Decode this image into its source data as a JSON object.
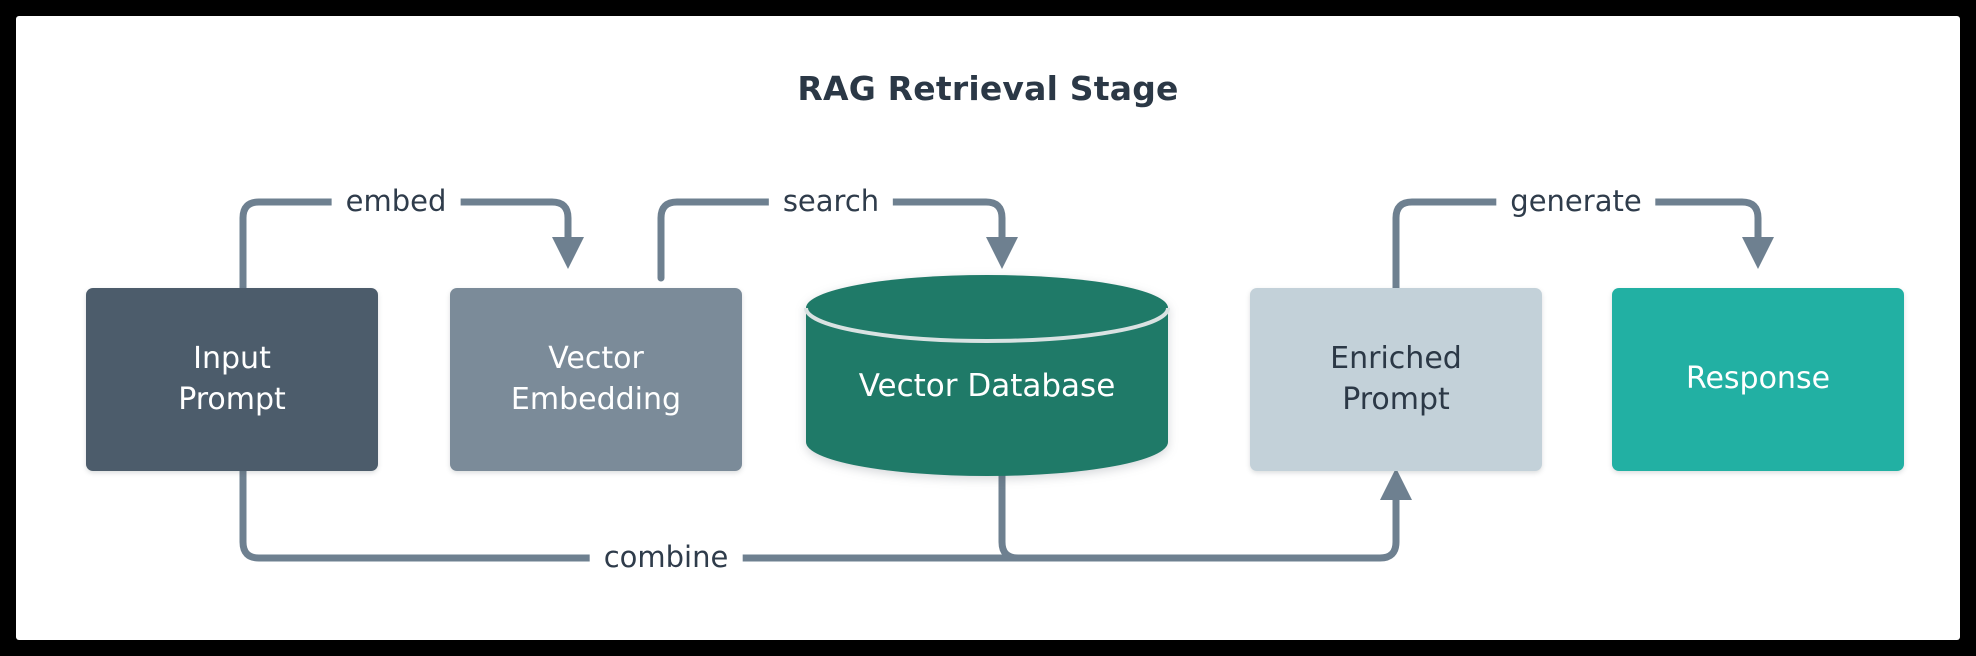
{
  "diagram": {
    "title": "RAG Retrieval Stage",
    "nodes": {
      "input_prompt": {
        "line1": "Input",
        "line2": "Prompt",
        "color": "#4c5c6b",
        "text_color": "#ffffff",
        "shape": "rounded-rect"
      },
      "vector_embedding": {
        "line1": "Vector",
        "line2": "Embedding",
        "color": "#7b8b99",
        "text_color": "#ffffff",
        "shape": "rounded-rect"
      },
      "vector_database": {
        "label": "Vector Database",
        "color": "#1f7a68",
        "text_color": "#ffffff",
        "shape": "cylinder"
      },
      "enriched_prompt": {
        "line1": "Enriched",
        "line2": "Prompt",
        "color": "#c3d1d9",
        "text_color": "#2b3846",
        "shape": "rounded-rect"
      },
      "response": {
        "label": "Response",
        "color": "#22b0a3",
        "text_color": "#ffffff",
        "shape": "rounded-rect"
      }
    },
    "edges": {
      "embed": {
        "label": "embed",
        "from": "input_prompt",
        "to": "vector_embedding"
      },
      "search": {
        "label": "search",
        "from": "vector_embedding",
        "to": "vector_database"
      },
      "generate": {
        "label": "generate",
        "from": "enriched_prompt",
        "to": "response"
      },
      "combine": {
        "label": "combine",
        "from": "input_prompt + vector_database",
        "to": "enriched_prompt"
      }
    },
    "colors": {
      "frame": "#000000",
      "background": "#ffffff",
      "connector": "#6e8090",
      "title_text": "#2b3846",
      "label_text": "#2f3c4b"
    }
  }
}
